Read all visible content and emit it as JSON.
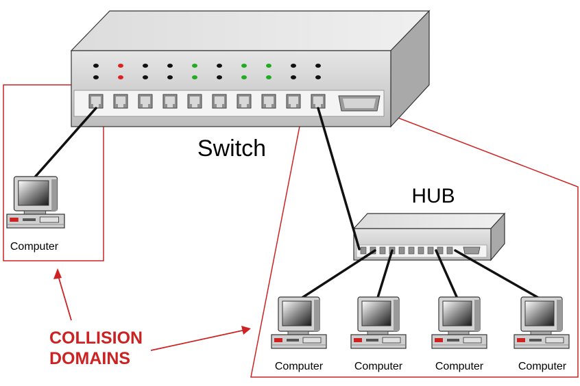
{
  "labels": {
    "switch": "Switch",
    "hub": "HUB",
    "collision_line1": "COLLISION",
    "collision_line2": "DOMAINS"
  },
  "computers": [
    {
      "label": "Computer"
    },
    {
      "label": "Computer"
    },
    {
      "label": "Computer"
    },
    {
      "label": "Computer"
    },
    {
      "label": "Computer"
    }
  ],
  "colors": {
    "domain_outline": "#cc2222",
    "collision_text": "#cc2222",
    "switch_body": "#cfcfcf",
    "cable": "#111111",
    "led_red": "#dd2222",
    "led_green": "#22aa22",
    "led_black": "#111111"
  },
  "switch_leds": {
    "top_row": [
      "black",
      "red",
      "black",
      "black",
      "green",
      "black",
      "green",
      "green",
      "black",
      "black"
    ],
    "bottom_row": [
      "black",
      "red",
      "black",
      "black",
      "green",
      "black",
      "green",
      "green",
      "black",
      "black"
    ]
  }
}
